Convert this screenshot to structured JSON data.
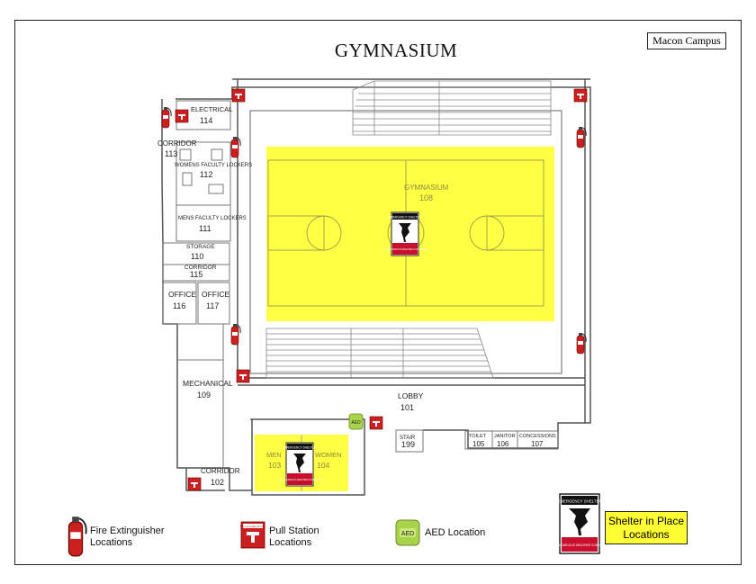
{
  "title": "GYMNASIUM",
  "campus_badge": "Macon Campus",
  "rooms": {
    "electrical": {
      "name": "ELECTRICAL",
      "number": "114"
    },
    "corridor_113": {
      "name": "CORRIDOR",
      "number": "113"
    },
    "womens_faculty_lockers": {
      "name": "WOMENS FACULTY LOCKERS",
      "number": "112"
    },
    "mens_faculty_lockers": {
      "name": "MENS FACULTY LOCKERS",
      "number": "111"
    },
    "storage": {
      "name": "STORAGE",
      "number": "110"
    },
    "corridor_115": {
      "name": "CORRIDOR",
      "number": "115"
    },
    "office_116": {
      "name": "OFFICE",
      "number": "116"
    },
    "office_117": {
      "name": "OFFICE",
      "number": "117"
    },
    "mechanical": {
      "name": "MECHANICAL",
      "number": "109"
    },
    "corridor_102": {
      "name": "CORRIDOR",
      "number": "102"
    },
    "gymnasium": {
      "name": "GYMNASIUM",
      "number": "108"
    },
    "lobby": {
      "name": "LOBBY",
      "number": "101"
    },
    "men": {
      "name": "MEN",
      "number": "103"
    },
    "women": {
      "name": "WOMEN",
      "number": "104"
    },
    "stair": {
      "name": "STAIR",
      "number": "199"
    },
    "toilet": {
      "name": "TOILET",
      "number": "105"
    },
    "janitor": {
      "name": "JANITOR",
      "number": "106"
    },
    "concessions": {
      "name": "CONCESSIONS",
      "number": "107"
    }
  },
  "shelter_sign": {
    "heading": "EMERGENCY SHELTER",
    "subtext": "FOR HAZARDOUS WEATHER CONDITIONS"
  },
  "aed_badge": "AED",
  "pull_station_badge": "PULL IN CASE OF FIRE",
  "legend": {
    "fire_extinguisher": {
      "line1": "Fire Extinguisher",
      "line2": "Locations"
    },
    "pull_station": {
      "line1": "Pull Station",
      "line2": "Locations"
    },
    "aed": {
      "label": "AED Location"
    },
    "shelter": {
      "line1": "Shelter in Place",
      "line2": "Locations"
    }
  },
  "colors": {
    "shelter_zone": "#ffff33",
    "fire_red": "#cc1f1f",
    "aed_green": "#a8d44a",
    "wall": "#555555"
  }
}
